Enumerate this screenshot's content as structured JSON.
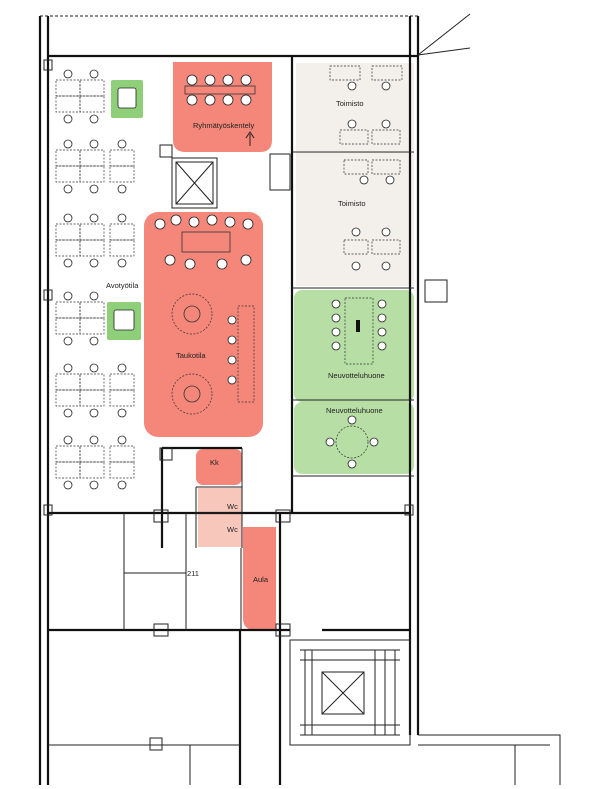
{
  "floor_plan": {
    "rooms": [
      {
        "id": "ryhmatyoskentely",
        "label": "Ryhmätyöskentely",
        "fill": "#f4877a"
      },
      {
        "id": "toimisto-1",
        "label": "Toimisto",
        "fill": "#f3efeb"
      },
      {
        "id": "toimisto-2",
        "label": "Toimisto",
        "fill": "#f3efeb"
      },
      {
        "id": "avotyotila",
        "label": "Avotyötila",
        "fill": "#ffffff"
      },
      {
        "id": "taukotila",
        "label": "Taukotila",
        "fill": "#f4877a"
      },
      {
        "id": "neuvotteluhuone-1",
        "label": "Neuvotteluhuone",
        "fill": "#b7dea4"
      },
      {
        "id": "neuvotteluhuone-2",
        "label": "Neuvotteluhuone",
        "fill": "#b7dea4"
      },
      {
        "id": "kk",
        "label": "Kk",
        "fill": "#f4877a"
      },
      {
        "id": "wc-1",
        "label": "Wc",
        "fill": "#f8c7bc"
      },
      {
        "id": "wc-2",
        "label": "Wc",
        "fill": "#f8c7bc"
      },
      {
        "id": "aula",
        "label": "Aula",
        "fill": "#f4877a"
      },
      {
        "id": "room-211",
        "label": "211",
        "fill": "#ffffff"
      }
    ],
    "colors": {
      "wall": "#111111",
      "red_zone": "#f4877a",
      "green_zone": "#b7dea4",
      "office_zone": "#f3efeb",
      "wc_zone": "#f8c7bc",
      "accent_green_box": "#8fcf7a"
    }
  }
}
